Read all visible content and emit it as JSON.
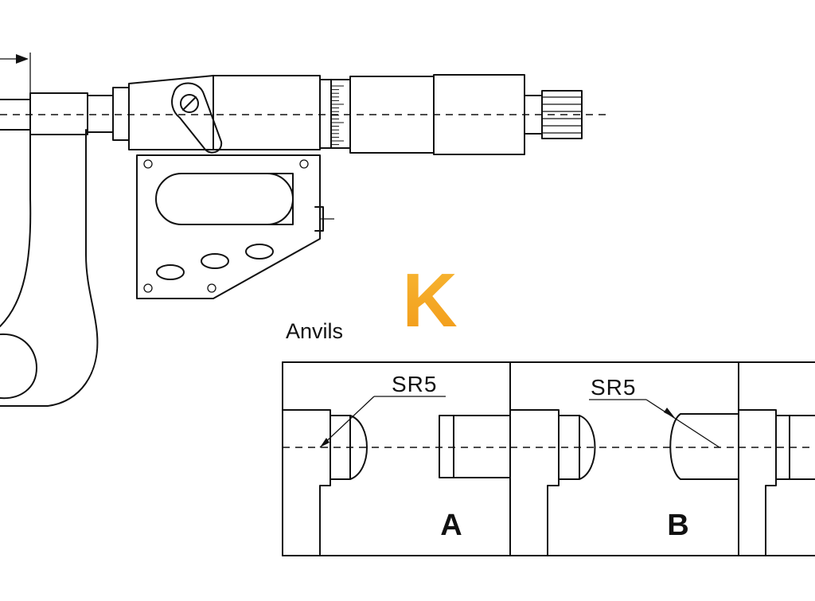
{
  "section_label": "Anvils",
  "logo": {
    "letter": "K",
    "color": "#F5A623"
  },
  "panels": [
    {
      "callout": "SR5",
      "letter": "A"
    },
    {
      "callout": "SR5",
      "letter": "B"
    }
  ]
}
